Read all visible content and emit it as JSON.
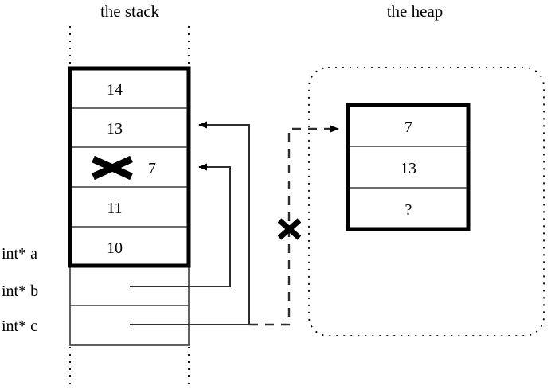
{
  "titles": {
    "stack": "the stack",
    "heap": "the heap"
  },
  "stack": {
    "frame_cells": [
      {
        "value": "14"
      },
      {
        "value": "13"
      },
      {
        "value": "12",
        "struck": true,
        "new_value": "7"
      },
      {
        "value": "11"
      },
      {
        "value": "10"
      }
    ],
    "variables": [
      {
        "label": "int* a"
      },
      {
        "label": "int* b"
      },
      {
        "label": "int* c"
      }
    ]
  },
  "heap": {
    "cells": [
      {
        "value": "7"
      },
      {
        "value": "13"
      },
      {
        "value": "?"
      }
    ]
  },
  "annotations": {
    "struck_value_mark": "x-cross",
    "broken_pointer_mark": "x-cross"
  },
  "colors": {
    "ink": "#000000",
    "thin_rule": "#3a3a3a",
    "background": "#ffffff"
  }
}
